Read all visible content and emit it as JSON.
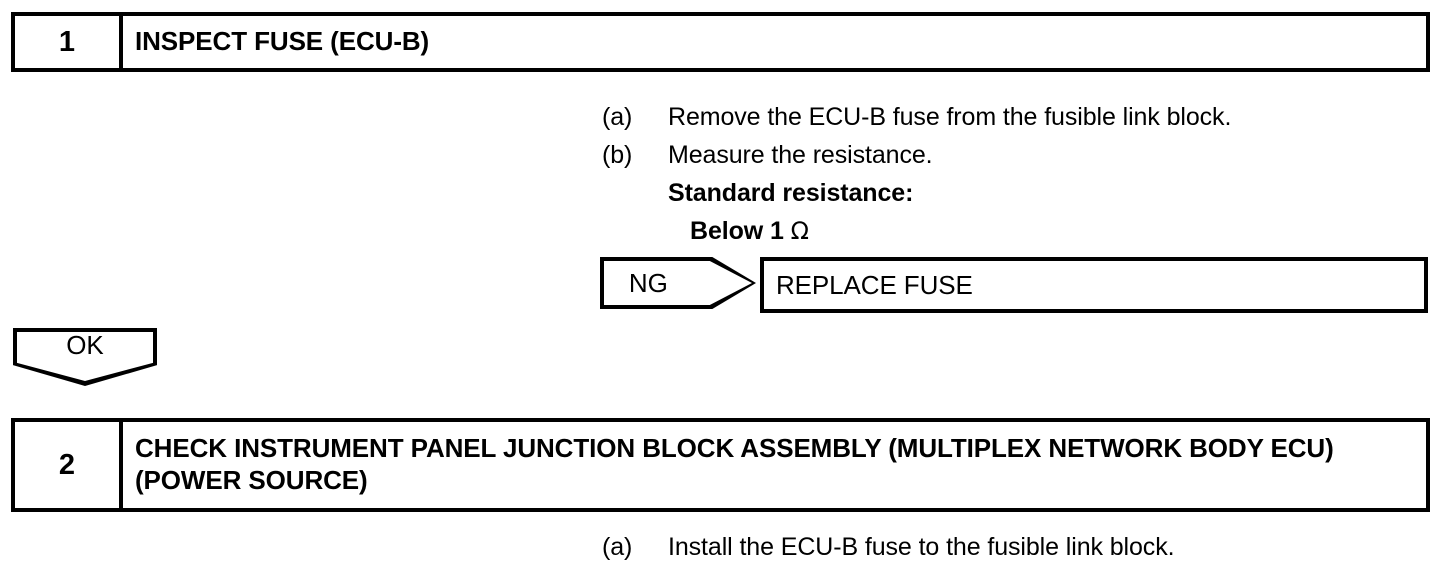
{
  "document": {
    "type": "diagnostic-flowchart",
    "colors": {
      "ink": "#000000",
      "background": "#ffffff"
    }
  },
  "steps": [
    {
      "number": "1",
      "title": "INSPECT FUSE (ECU-B)",
      "procedures": [
        {
          "marker": "(a)",
          "text": "Remove the ECU-B fuse from the fusible link block."
        },
        {
          "marker": "(b)",
          "text": "Measure the resistance."
        }
      ],
      "spec_heading": "Standard resistance:",
      "spec_value": "Below 1 ",
      "spec_unit": "Ω"
    },
    {
      "number": "2",
      "title": "CHECK INSTRUMENT PANEL JUNCTION BLOCK ASSEMBLY (MULTIPLEX NETWORK BODY ECU) (POWER SOURCE)",
      "procedures": [
        {
          "marker": "(a)",
          "text": "Install the ECU-B fuse to the fusible link block."
        }
      ]
    }
  ],
  "results": {
    "ng": {
      "label": "NG",
      "action": "REPLACE FUSE"
    },
    "ok": {
      "label": "OK"
    }
  }
}
